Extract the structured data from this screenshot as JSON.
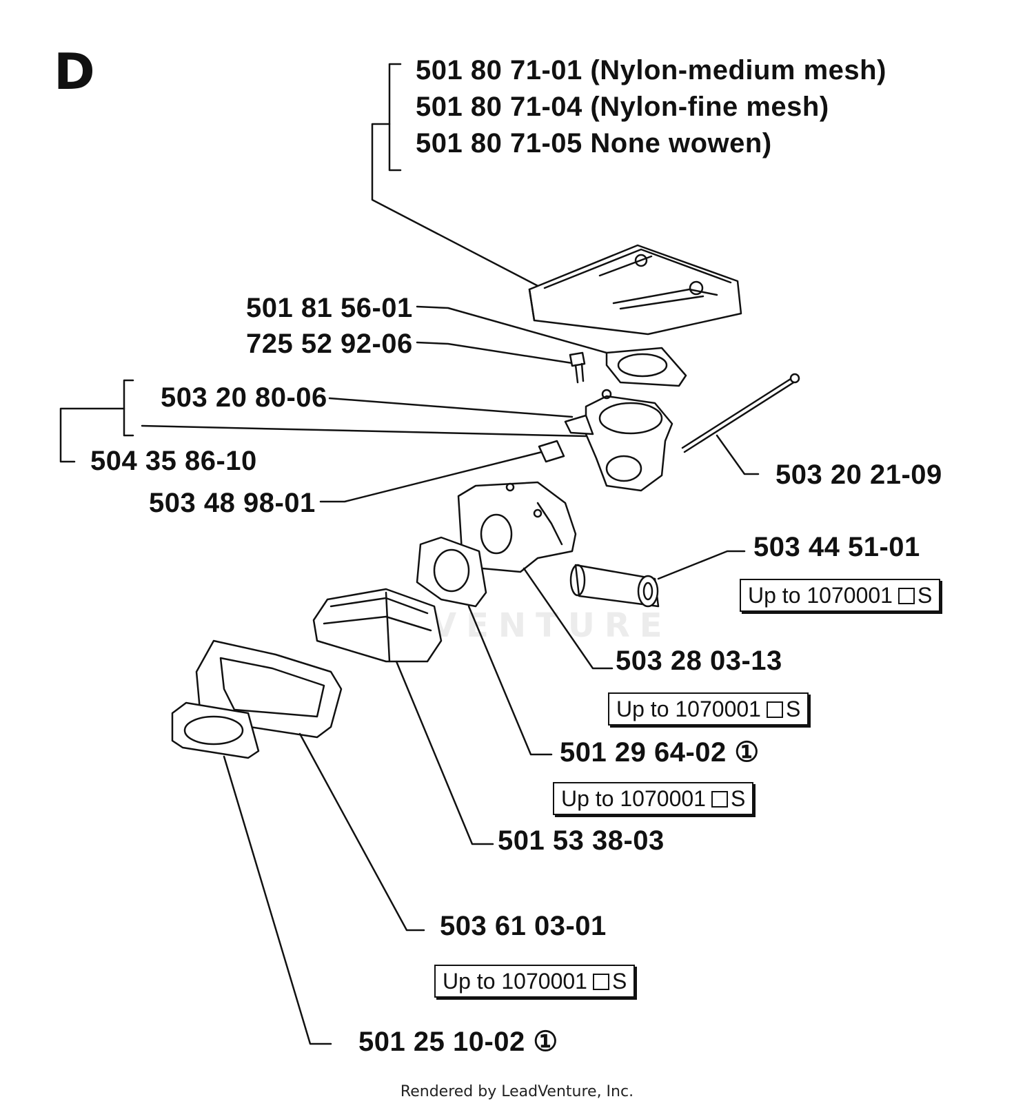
{
  "diagram": {
    "section_letter": "D",
    "watermark": "ADVENTURE",
    "footer": "Rendered by LeadVenture, Inc.",
    "labels": {
      "air_filter_1": "501 80 71-01 (Nylon-medium mesh)",
      "air_filter_2": "501 80 71-04 (Nylon-fine mesh)",
      "air_filter_3": "501 80 71-05 None wowen)",
      "gasket_top": "501 81 56-01",
      "screw": "725 52 92-06",
      "adapter": "503 20 80-06",
      "adapter_kit": "504 35 86-10",
      "nut": "503 48 98-01",
      "rod": "503 20 21-09",
      "carb_valve": "503 44 51-01",
      "carburetor": "503 28 03-13",
      "gasket_mid": "501 29 64-02 ①",
      "insulator": "501 53 38-03",
      "intake_boot": "503 61 03-01",
      "gasket_bottom": "501 25 10-02 ①"
    },
    "notes": {
      "text": "Up to 1070001",
      "suffix": "S"
    }
  }
}
